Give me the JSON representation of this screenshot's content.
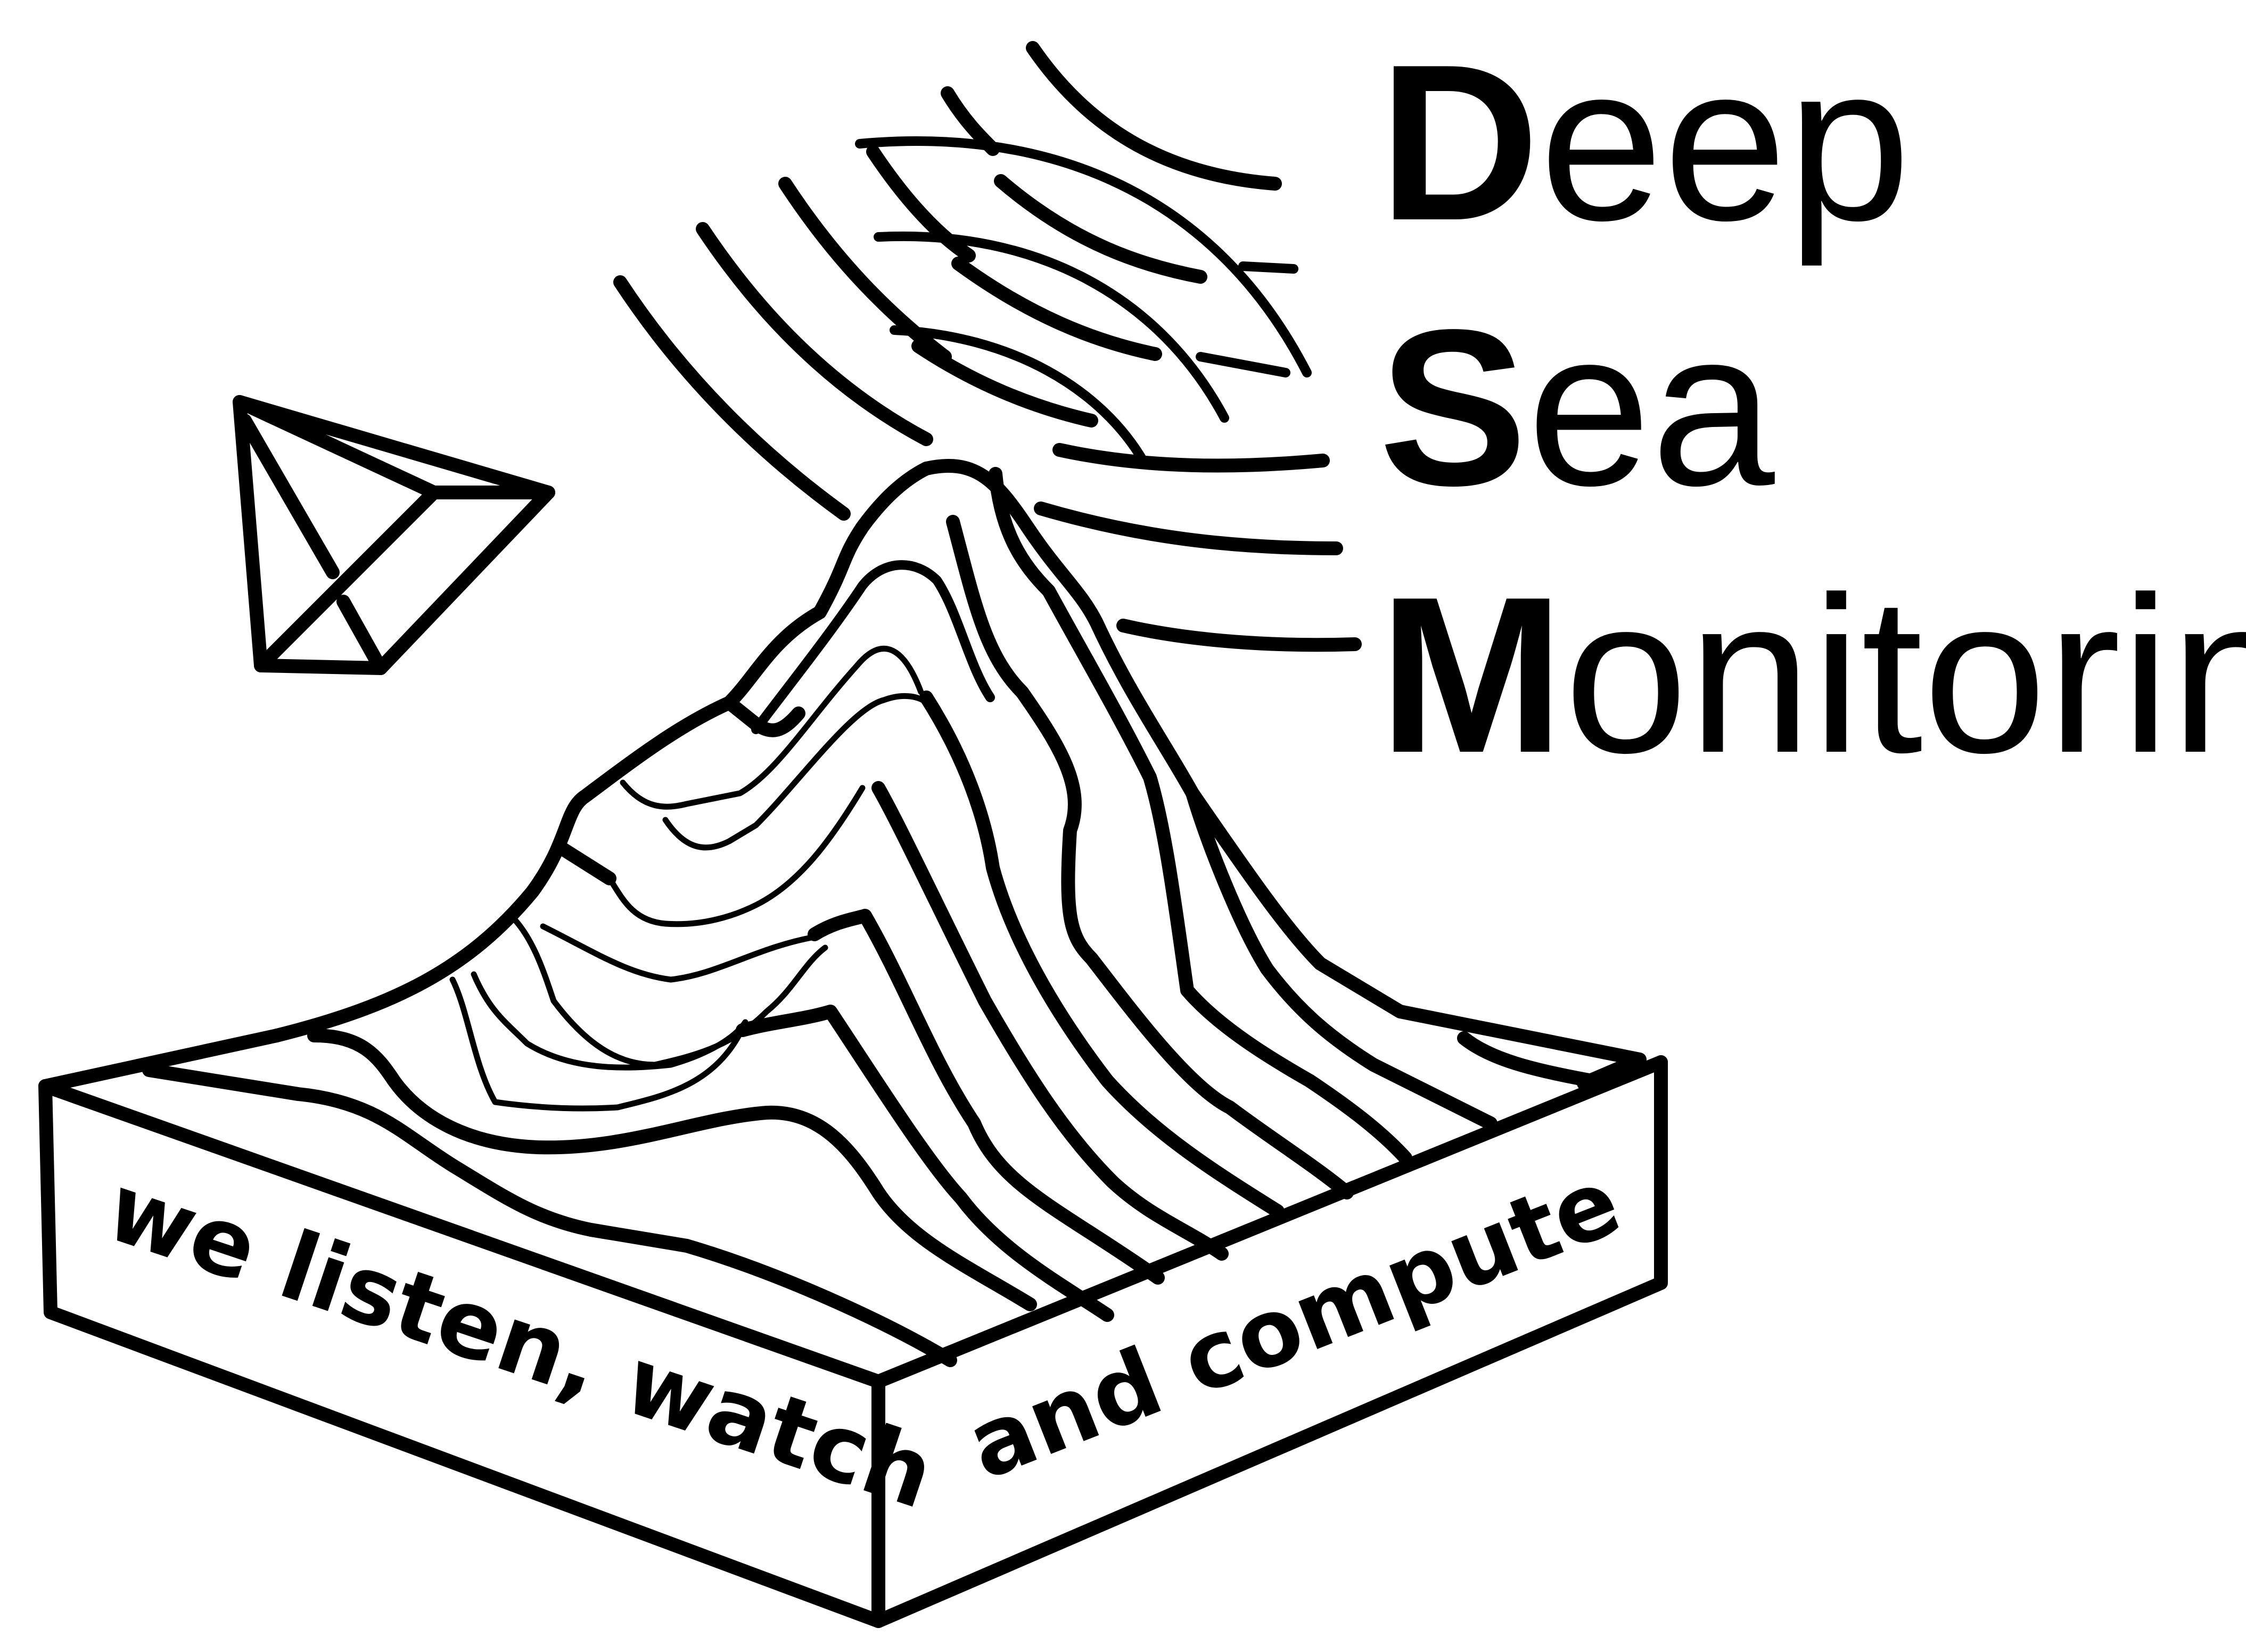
{
  "title": {
    "lines": [
      {
        "initial": "D",
        "rest": "eep"
      },
      {
        "initial": "S",
        "rest": "ea"
      },
      {
        "initial": "M",
        "rest": "onitoring"
      }
    ]
  },
  "slogan": {
    "left": "we listen, watch",
    "right": "and compute"
  },
  "icons": [
    "sonar-waves-icon",
    "pyramid-sensor-icon",
    "seabed-block-icon"
  ]
}
